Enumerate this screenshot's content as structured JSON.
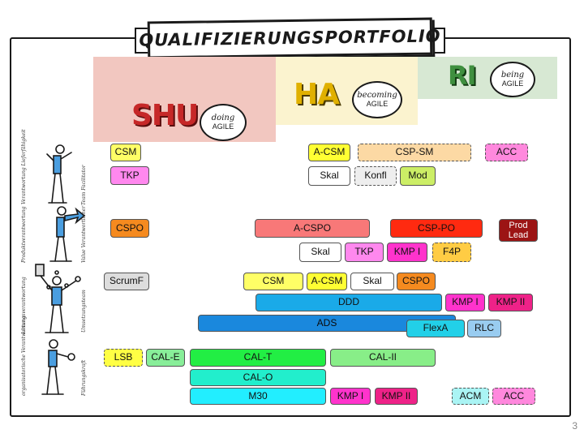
{
  "title": "QUALIFIZIERUNGSPORTFOLIO",
  "stages": {
    "shu": {
      "name": "SHU",
      "bubble_word": "doing",
      "bubble_agile": "AGILE",
      "color": "#f2c7c0"
    },
    "ha": {
      "name": "HA",
      "bubble_word": "becoming",
      "bubble_agile": "AGILE",
      "color": "#fbf3cf"
    },
    "ri": {
      "name": "RI",
      "bubble_word": "being",
      "bubble_agile": "AGILE",
      "color": "#d7e8d3"
    }
  },
  "rows": [
    {
      "left_label": "Verantwortung Lieferfähigkeit",
      "right_label": "Team Facilitator"
    },
    {
      "left_label": "Produktverantwortung",
      "right_label": "Value Verantwortlicher"
    },
    {
      "left_label": "Lösungsverantwortung",
      "right_label": "Umsetzungsteam"
    },
    {
      "left_label": "organisatorische Verantwortung",
      "right_label": "Führungskraft"
    }
  ],
  "boxes": [
    {
      "label": "CSM",
      "fill": "#ffff66"
    },
    {
      "label": "TKP",
      "fill": "#ff88ee"
    },
    {
      "label": "A-CSM",
      "fill": "#ffff33"
    },
    {
      "label": "CSP-SM",
      "fill": "#fcd9a4"
    },
    {
      "label": "ACC",
      "fill": "#ff88dd"
    },
    {
      "label": "Skal",
      "fill": "#ffffff"
    },
    {
      "label": "Konfl",
      "fill": "#eeeeee"
    },
    {
      "label": "Mod",
      "fill": "#ccee66"
    },
    {
      "label": "CSPO",
      "fill": "#f58a1f"
    },
    {
      "label": "A-CSPO",
      "fill": "#f87878"
    },
    {
      "label": "CSP-PO",
      "fill": "#ff2a10"
    },
    {
      "label": "Prod\nLead",
      "fill": "#9c1414"
    },
    {
      "label": "Skal",
      "fill": "#ffffff"
    },
    {
      "label": "TKP",
      "fill": "#ff88ee"
    },
    {
      "label": "KMP I",
      "fill": "#ff33cc"
    },
    {
      "label": "F4P",
      "fill": "#ffcc44"
    },
    {
      "label": "ScrumF",
      "fill": "#dddddd"
    },
    {
      "label": "CSM",
      "fill": "#ffff66"
    },
    {
      "label": "A-CSM",
      "fill": "#ffff33"
    },
    {
      "label": "Skal",
      "fill": "#ffffff"
    },
    {
      "label": "CSPO",
      "fill": "#f58a1f"
    },
    {
      "label": "DDD",
      "fill": "#1aaae8"
    },
    {
      "label": "KMP I",
      "fill": "#ff33cc"
    },
    {
      "label": "KMP II",
      "fill": "#ee2288"
    },
    {
      "label": "ADS",
      "fill": "#1a88dd"
    },
    {
      "label": "FlexA",
      "fill": "#22d0e8"
    },
    {
      "label": "RLC",
      "fill": "#99ccf0"
    },
    {
      "label": "LSB",
      "fill": "#ffff44"
    },
    {
      "label": "CAL-E",
      "fill": "#88ee99"
    },
    {
      "label": "CAL-T",
      "fill": "#22ee44"
    },
    {
      "label": "CAL-II",
      "fill": "#88ee88"
    },
    {
      "label": "CAL-O",
      "fill": "#22eecc"
    },
    {
      "label": "M30",
      "fill": "#22eeff"
    },
    {
      "label": "KMP I",
      "fill": "#ff33cc"
    },
    {
      "label": "KMP II",
      "fill": "#ee2288"
    },
    {
      "label": "ACM",
      "fill": "#aaf4f4"
    },
    {
      "label": "ACC",
      "fill": "#ff88dd"
    }
  ],
  "page_number": "3"
}
